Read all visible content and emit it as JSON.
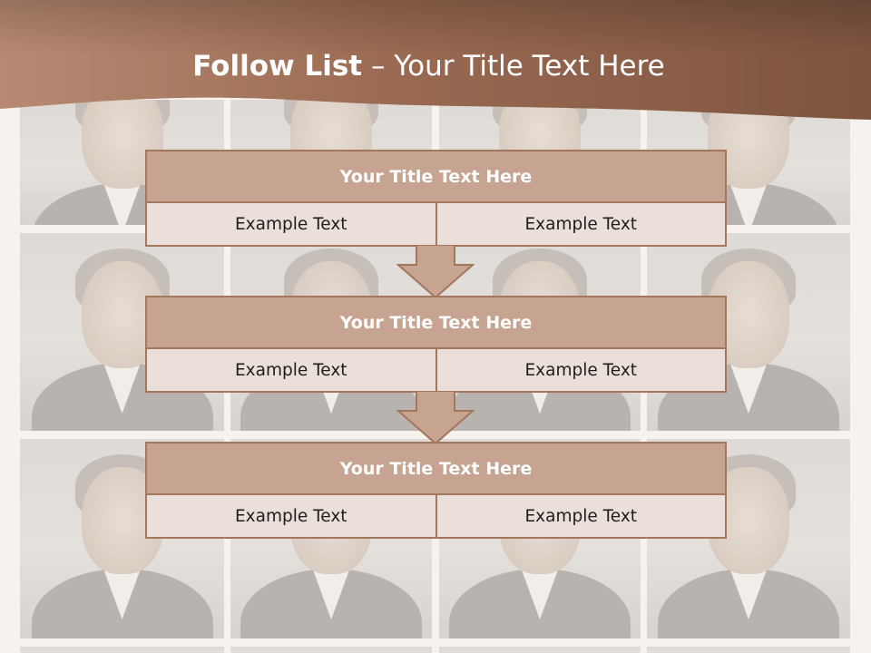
{
  "colors": {
    "header_brown": "#8a5a45",
    "box_border": "#a3775d",
    "box_title_fill": "#c7a491",
    "box_cell_fill": "#ebdfd9",
    "arrow_fill": "#c7a491"
  },
  "header": {
    "title_bold": "Follow List",
    "title_rest": " – Your Title Text Here"
  },
  "background": {
    "description_icon": "business-portraits-photo-grid"
  },
  "flow": [
    {
      "title": "Your Title Text Here",
      "left": "Example Text",
      "right": "Example Text"
    },
    {
      "title": "Your Title Text Here",
      "left": "Example Text",
      "right": "Example Text"
    },
    {
      "title": "Your Title Text Here",
      "left": "Example Text",
      "right": "Example Text"
    }
  ],
  "arrows": [
    "down-arrow-icon",
    "down-arrow-icon"
  ]
}
